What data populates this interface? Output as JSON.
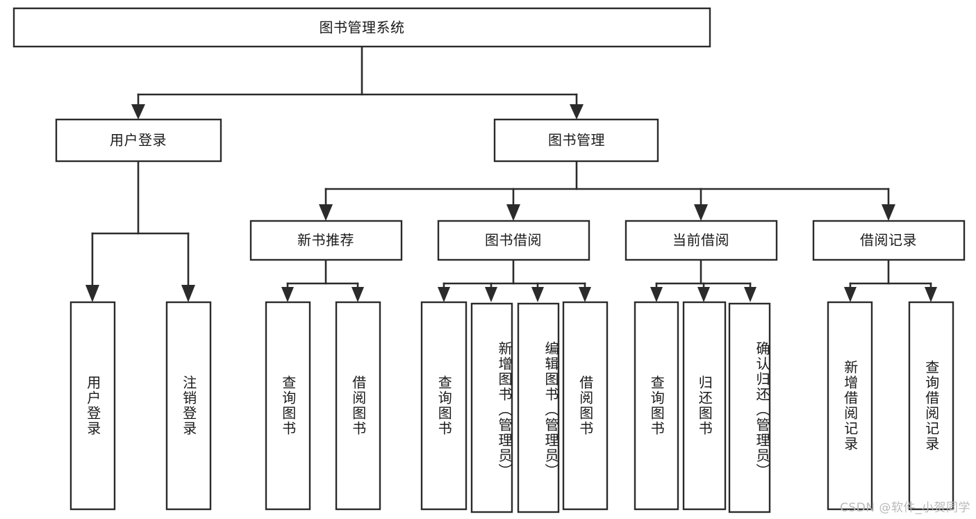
{
  "diagram": {
    "title": "图书管理系统",
    "type": "tree-hierarchy",
    "orientation": "top-down",
    "colors": {
      "stroke": "#2b2b2b",
      "fill": "#ffffff",
      "text": "#1a1a1a",
      "watermark": "#b9b9b9"
    },
    "root": {
      "label": "图书管理系统"
    },
    "level1": [
      {
        "id": "user-login",
        "label": "用户登录"
      },
      {
        "id": "book-manage",
        "label": "图书管理"
      }
    ],
    "level2": [
      {
        "id": "new-book-recommend",
        "label": "新书推荐"
      },
      {
        "id": "book-borrow",
        "label": "图书借阅"
      },
      {
        "id": "current-borrow",
        "label": "当前借阅"
      },
      {
        "id": "borrow-record",
        "label": "借阅记录"
      }
    ],
    "leaves": {
      "user_login": [
        {
          "id": "leaf-user-login",
          "label": "用户登录"
        },
        {
          "id": "leaf-logout-login",
          "label": "注销登录"
        }
      ],
      "new_book_recommend": [
        {
          "id": "leaf-query-book-1",
          "label": "查询图书"
        },
        {
          "id": "leaf-borrow-book-1",
          "label": "借阅图书"
        }
      ],
      "book_borrow": [
        {
          "id": "leaf-query-book-2",
          "label": "查询图书"
        },
        {
          "id": "leaf-add-book-admin",
          "label": "新增图书（管理员）"
        },
        {
          "id": "leaf-edit-book-admin",
          "label": "编辑图书（管理员）"
        },
        {
          "id": "leaf-borrow-book-2",
          "label": "借阅图书"
        }
      ],
      "current_borrow": [
        {
          "id": "leaf-query-book-3",
          "label": "查询图书"
        },
        {
          "id": "leaf-return-book",
          "label": "归还图书"
        },
        {
          "id": "leaf-confirm-return-admin",
          "label": "确认归还（管理员）"
        }
      ],
      "borrow_record": [
        {
          "id": "leaf-add-borrow-record",
          "label": "新增借阅记录"
        },
        {
          "id": "leaf-query-borrow-record",
          "label": "查询借阅记录"
        }
      ]
    }
  },
  "watermark": {
    "text": "CSDN @软件_小贺同学"
  }
}
